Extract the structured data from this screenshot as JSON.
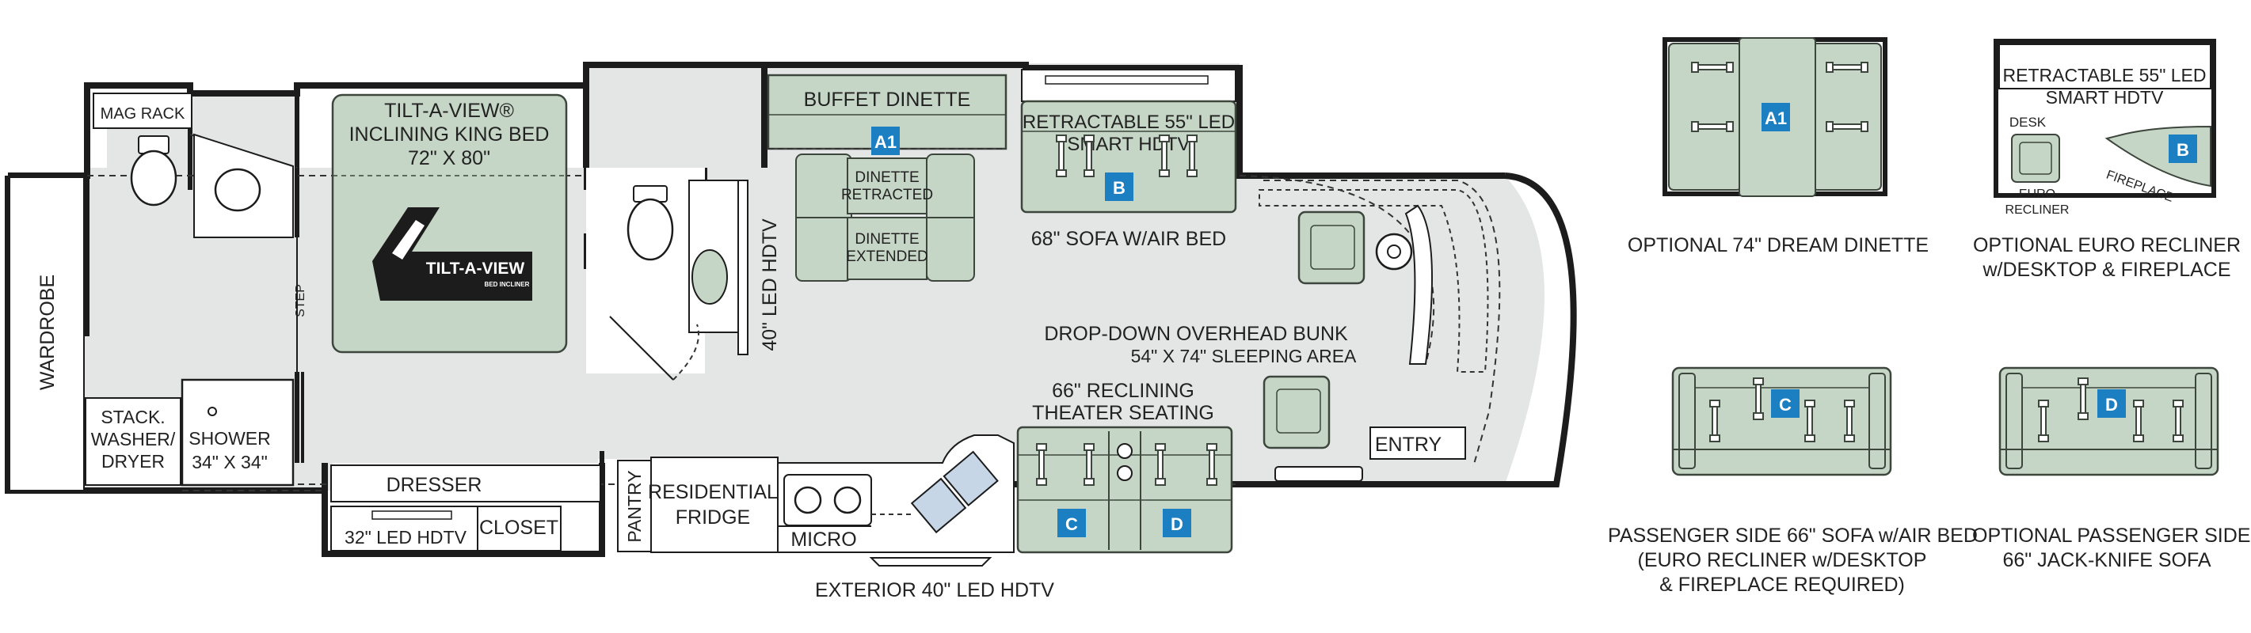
{
  "colors": {
    "wall": "#1c1c1c",
    "floor": "#e4e6e6",
    "furniture": "#c6d6c6",
    "furniture_stroke": "#3c463c",
    "badge": "#1b7fc1",
    "white": "#ffffff"
  },
  "floorplan": {
    "mag_rack": "MAG RACK",
    "wardrobe": "WARDROBE",
    "bed_line1": "TILT-A-VIEW®",
    "bed_line2": "INCLINING KING BED",
    "bed_line3": "72\" X 80\"",
    "logo_text": "TILT-A-VIEW",
    "logo_sub": "BED INCLINER",
    "step": "STEP",
    "washer_line1": "STACK.",
    "washer_line2": "WASHER/",
    "washer_line3": "DRYER",
    "shower_line1": "SHOWER",
    "shower_line2": "34\" X 34\"",
    "dresser": "DRESSER",
    "bedroom_tv": "32\" LED HDTV",
    "closet": "CLOSET",
    "hall_tv": "40\" LED HDTV",
    "pantry": "PANTRY",
    "fridge_line1": "RESIDENTIAL",
    "fridge_line2": "FRIDGE",
    "micro": "MICRO",
    "exterior_tv": "EXTERIOR 40\" LED HDTV",
    "buffet_dinette": "BUFFET DINETTE",
    "dinette_retracted_1": "DINETTE",
    "dinette_retracted_2": "RETRACTED",
    "dinette_extended_1": "DINETTE",
    "dinette_extended_2": "EXTENDED",
    "living_tv_line1": "RETRACTABLE 55\" LED",
    "living_tv_line2": "SMART HDTV",
    "sofa": "68\" SOFA W/AIR BED",
    "bunk_line1": "DROP-DOWN OVERHEAD BUNK",
    "bunk_line2": "54\" X 74\" SLEEPING AREA",
    "theater_line1": "66\" RECLINING",
    "theater_line2": "THEATER SEATING",
    "entry": "ENTRY",
    "badges": {
      "a1": "A1",
      "b": "B",
      "c": "C",
      "d": "D"
    }
  },
  "options": {
    "dinette": {
      "badge": "A1",
      "caption": "OPTIONAL 74\" DREAM DINETTE"
    },
    "recliner": {
      "badge": "B",
      "tv_line1": "RETRACTABLE 55\" LED",
      "tv_line2": "SMART HDTV",
      "desk": "DESK",
      "euro_line1": "EURO",
      "euro_line2": "RECLINER",
      "fireplace": "FIREPLACE",
      "caption_line1": "OPTIONAL EURO RECLINER",
      "caption_line2": "w/DESKTOP & FIREPLACE"
    },
    "sofa": {
      "badge": "C",
      "caption_line1": "PASSENGER SIDE 66\" SOFA w/AIR BED",
      "caption_line2": "(EURO RECLINER w/DESKTOP",
      "caption_line3": "& FIREPLACE REQUIRED)"
    },
    "jackknife": {
      "badge": "D",
      "caption_line1": "OPTIONAL PASSENGER SIDE",
      "caption_line2": "66\" JACK-KNIFE SOFA"
    }
  }
}
